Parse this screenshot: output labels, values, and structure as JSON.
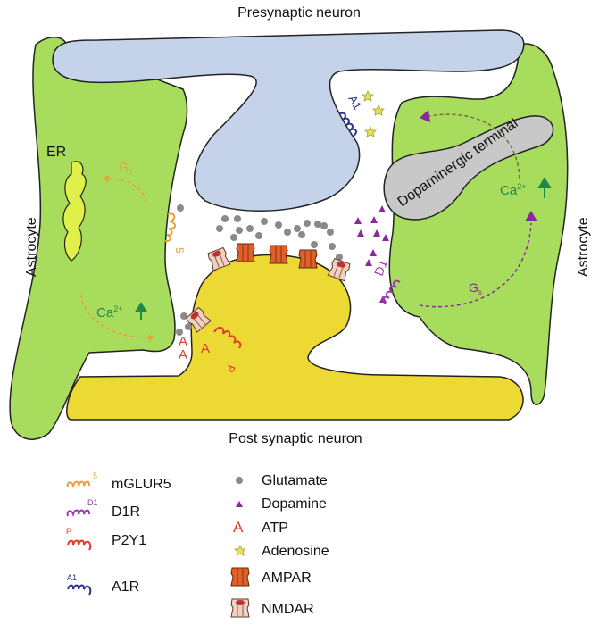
{
  "title_top": "Presynaptic neuron",
  "title_bottom": "Post synaptic neuron",
  "astrocyte_left": "Astrocyte",
  "astrocyte_right": "Astrocyte",
  "er_label": "ER",
  "dopaminergic_label": "Dopaminergic terminal",
  "gq_label": "G",
  "gq_sub": "q",
  "gs_label": "G",
  "gs_sub": "s",
  "ca_label_left": "Ca",
  "ca_sup_left": "2+",
  "ca_label_right": "Ca",
  "ca_sup_right": "2+",
  "receptor_labels": {
    "mglur5": "5",
    "d1": "D1",
    "p2y1": "P",
    "a1": "A1",
    "atp": "A"
  },
  "colors": {
    "astrocyte": "#a8dc5c",
    "presynaptic": "#c5d3ea",
    "postsynaptic": "#ecd934",
    "dopaminergic": "#c8c8c8",
    "mglur5": "#e8a03a",
    "d1": "#9b3aa8",
    "p2y1": "#e03a2a",
    "a1": "#2a3590",
    "glutamate": "#8a8a8a",
    "dopamine": "#8a2a9a",
    "atp": "#e03a2a",
    "adenosine": "#e6e060",
    "ampar": "#e0602a",
    "nmdar": "#f2c8b8",
    "calcium": "#1e8a4a"
  },
  "legend_receptors": [
    {
      "label": "mGLUR5",
      "symbol": "5",
      "icon": "mglur5-icon"
    },
    {
      "label": "D1R",
      "symbol": "D1",
      "icon": "d1r-icon"
    },
    {
      "label": "P2Y1",
      "symbol": "P",
      "icon": "p2y1-icon"
    },
    {
      "label": "A1R",
      "symbol": "A1",
      "icon": "a1r-icon"
    }
  ],
  "legend_molecules": [
    {
      "label": "Glutamate",
      "icon": "glutamate-icon"
    },
    {
      "label": "Dopamine",
      "icon": "dopamine-icon"
    },
    {
      "label": "ATP",
      "symbol": "A",
      "icon": "atp-icon"
    },
    {
      "label": "Adenosine",
      "icon": "adenosine-icon"
    },
    {
      "label": "AMPAR",
      "icon": "ampar-icon"
    },
    {
      "label": "NMDAR",
      "icon": "nmdar-icon"
    }
  ]
}
